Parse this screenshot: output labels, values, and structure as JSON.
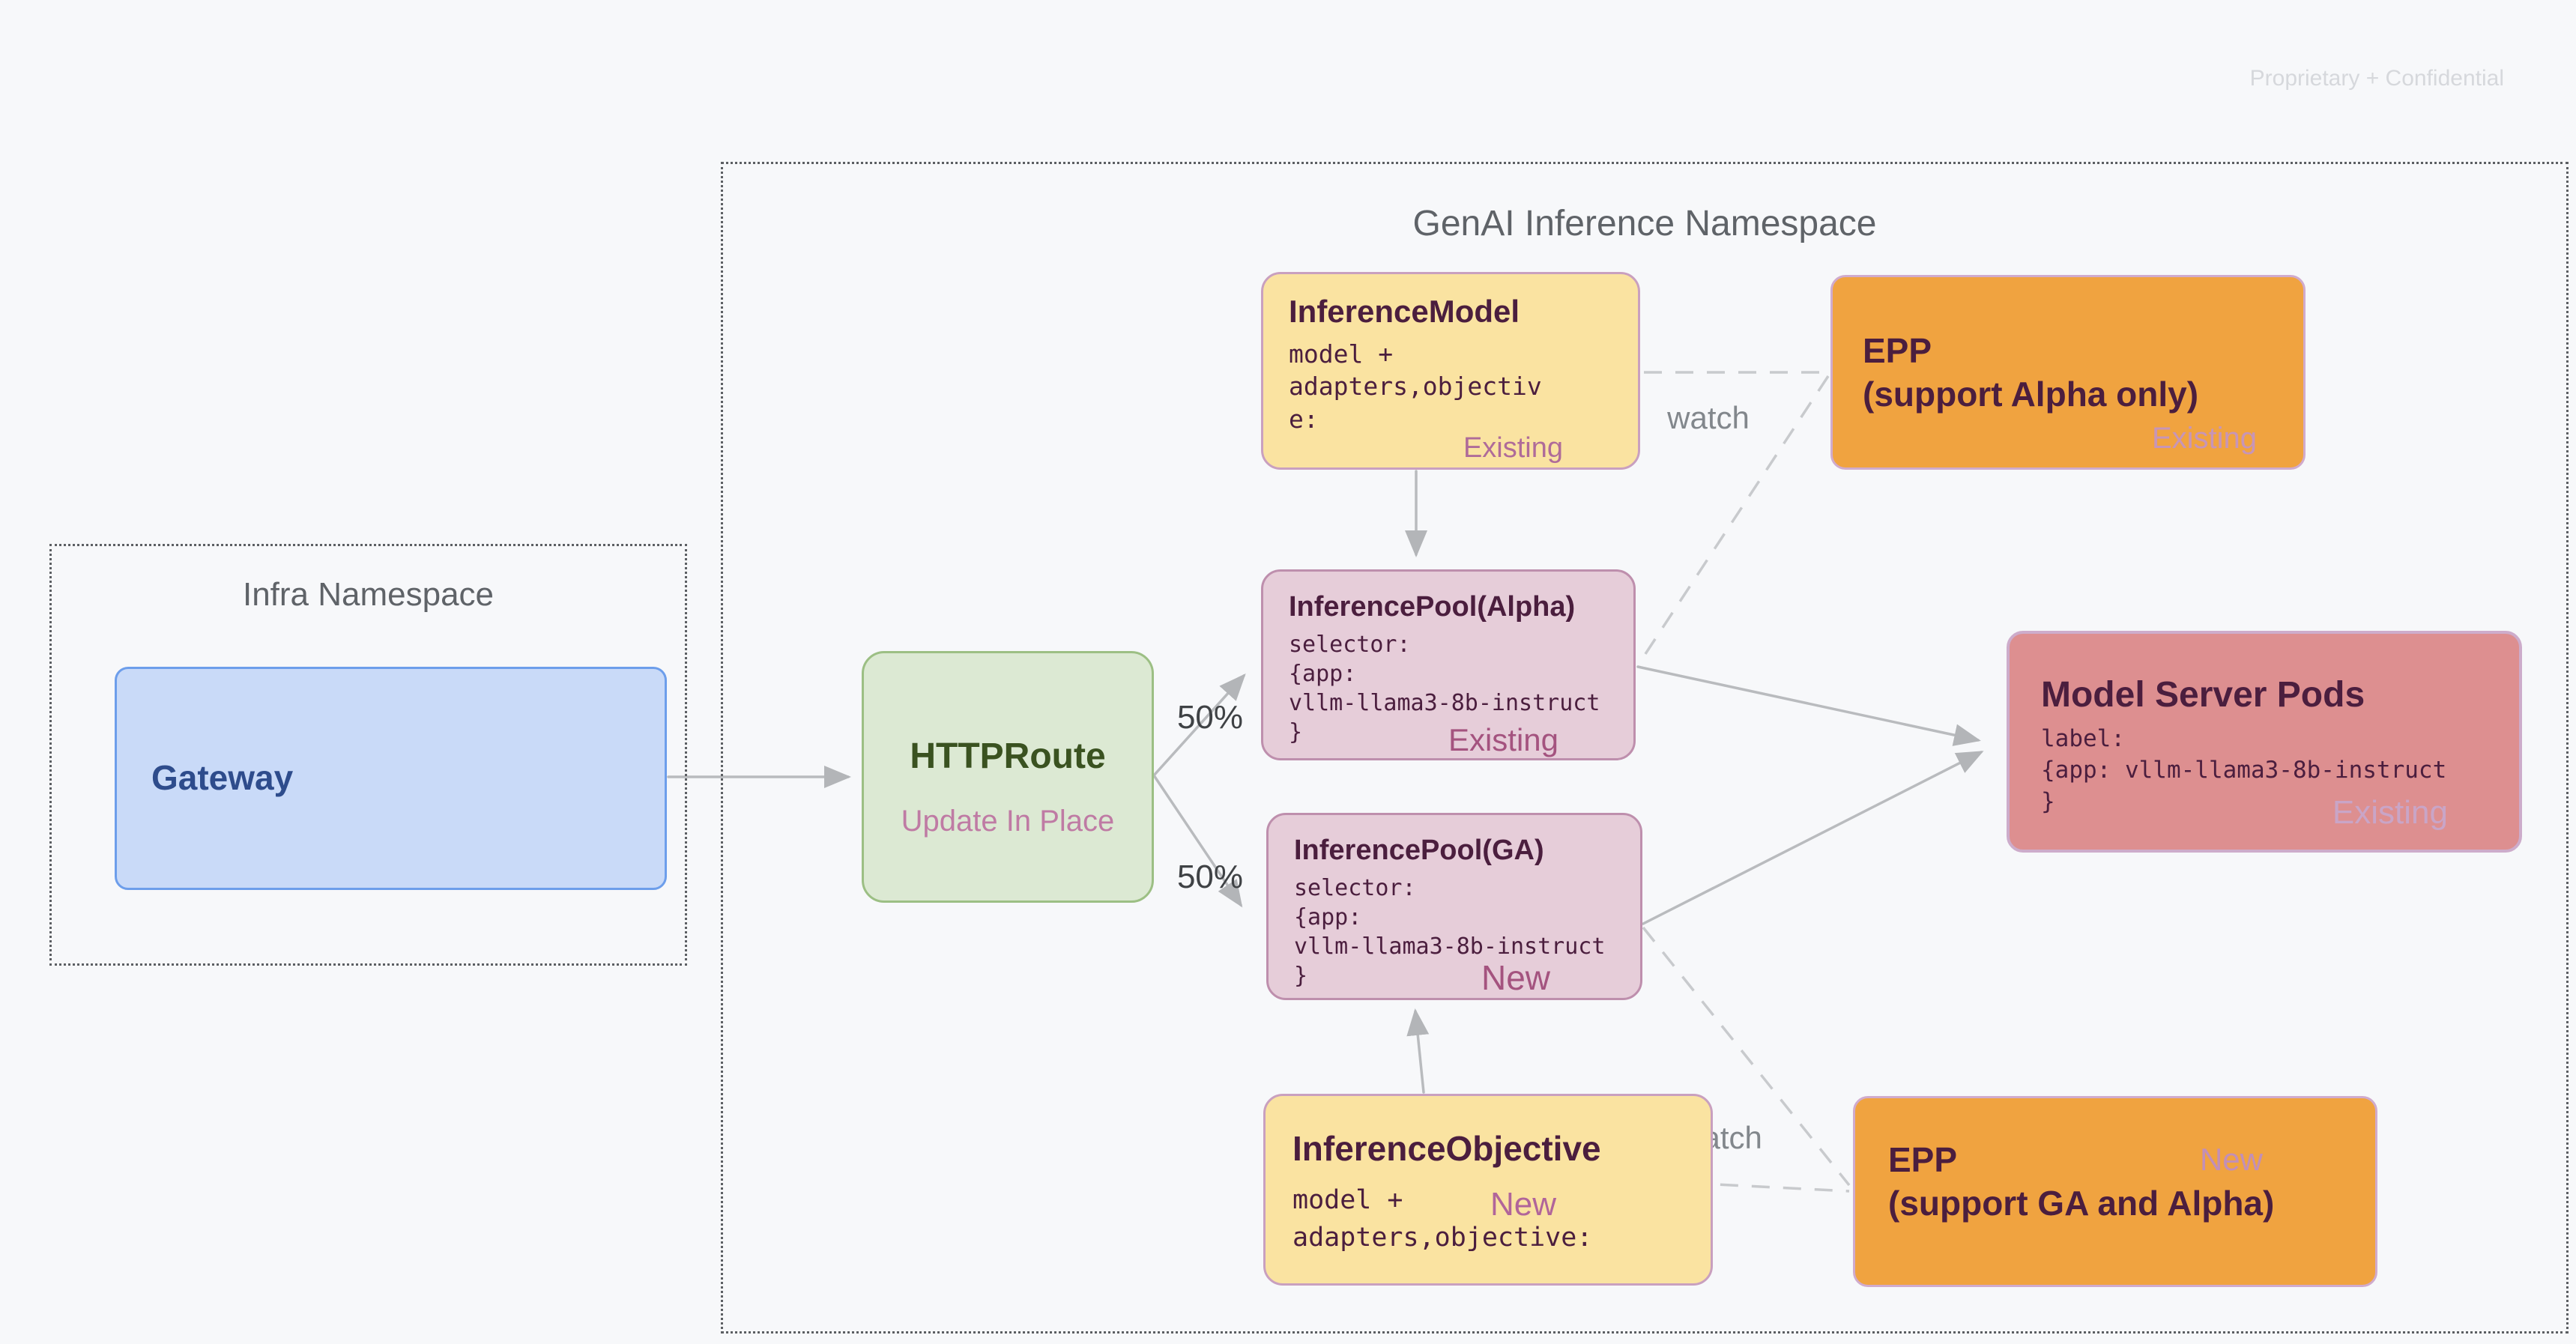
{
  "page": {
    "watermark": "Proprietary + Confidential",
    "background_color": "#f7f8fa"
  },
  "namespaces": {
    "infra": {
      "label": "Infra Namespace"
    },
    "genai": {
      "label": "GenAI Inference Namespace"
    }
  },
  "nodes": {
    "gateway": {
      "title": "Gateway"
    },
    "httproute": {
      "title": "HTTPRoute",
      "subtitle": "Update In Place"
    },
    "inference_model": {
      "title": "InferenceModel",
      "code": "model +\nadapters,objectiv\ne:",
      "status": "Existing"
    },
    "epp_alpha": {
      "title": "EPP\n(support Alpha only)",
      "status": "Existing"
    },
    "pool_alpha": {
      "title": "InferencePool(Alpha)",
      "code": "selector:\n{app:\nvllm-llama3-8b-instruct\n}",
      "status": "Existing"
    },
    "pool_ga": {
      "title": "InferencePool(GA)",
      "code": "selector:\n{app:\nvllm-llama3-8b-instruct\n}",
      "status": "New"
    },
    "model_server": {
      "title": "Model Server Pods",
      "code": "label:\n{app: vllm-llama3-8b-instruct\n}",
      "status": "Existing"
    },
    "inference_objective": {
      "title": "InferenceObjective",
      "code": "model +\nadapters,objective:",
      "status": "New"
    },
    "epp_ga": {
      "title": "EPP\n(support GA and Alpha)",
      "status": "New"
    }
  },
  "edge_labels": {
    "split_top": "50%",
    "split_bottom": "50%",
    "watch_top": "watch",
    "watch_bottom": "watch"
  },
  "colors": {
    "yellow_fill": "#fae3a1",
    "yellow_border": "#c9a0bf",
    "pink_fill": "#e6cdd9",
    "pink_border": "#be8fad",
    "salmon_fill": "#dd8f90",
    "orange_fill": "#f0a340",
    "green_fill": "#dce9d3",
    "green_border": "#9cbf84",
    "blue_fill": "#c9daf8",
    "blue_border": "#6d9eeb",
    "title_maroon": "#4b1e3e",
    "status_mauve": "#a4537f",
    "arrow_gray": "#b9bbbe",
    "label_gray": "#82878c"
  }
}
